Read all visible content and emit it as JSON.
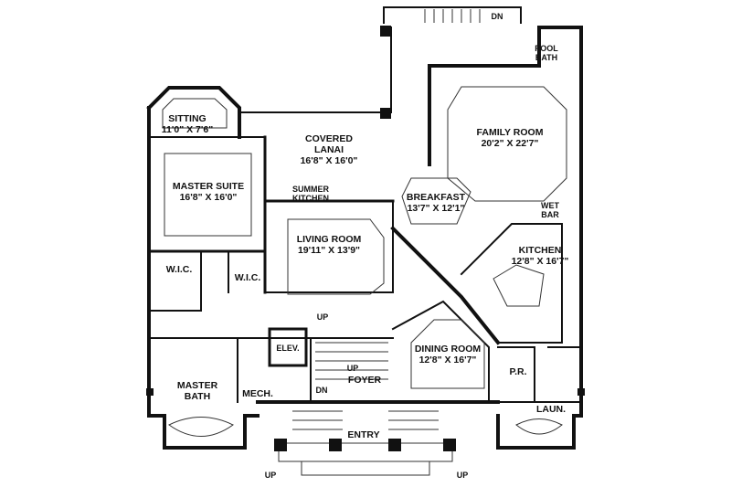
{
  "rooms": [
    {
      "key": "sitting",
      "name": "SITTING",
      "dims": "11'0\" X 7'6\""
    },
    {
      "key": "covered_lanai",
      "name": "COVERED LANAI",
      "dims": "16'8\" X 16'0\""
    },
    {
      "key": "family_room",
      "name": "FAMILY ROOM",
      "dims": "20'2\" X 22'7\""
    },
    {
      "key": "pool_bath",
      "name": "POOL BATH",
      "dims": ""
    },
    {
      "key": "master_suite",
      "name": "MASTER SUITE",
      "dims": "16'8\" X 16'0\""
    },
    {
      "key": "summer_kitchen",
      "name": "SUMMER KITCHEN",
      "dims": ""
    },
    {
      "key": "breakfast",
      "name": "BREAKFAST",
      "dims": "13'7\" X 12'1\""
    },
    {
      "key": "wet_bar",
      "name": "WET BAR",
      "dims": ""
    },
    {
      "key": "living_room",
      "name": "LIVING ROOM",
      "dims": "19'11\" X 13'9\""
    },
    {
      "key": "kitchen",
      "name": "KITCHEN",
      "dims": "12'8\" X 16'7\""
    },
    {
      "key": "wic_1",
      "name": "W.I.C.",
      "dims": ""
    },
    {
      "key": "wic_2",
      "name": "W.I.C.",
      "dims": ""
    },
    {
      "key": "elev",
      "name": "ELEV.",
      "dims": ""
    },
    {
      "key": "dining_room",
      "name": "DINING ROOM",
      "dims": "12'8\" X 16'7\""
    },
    {
      "key": "master_bath",
      "name": "MASTER BATH",
      "dims": ""
    },
    {
      "key": "mech",
      "name": "MECH.",
      "dims": ""
    },
    {
      "key": "foyer",
      "name": "FOYER",
      "dims": ""
    },
    {
      "key": "pr",
      "name": "P.R.",
      "dims": ""
    },
    {
      "key": "laun",
      "name": "LAUN.",
      "dims": ""
    },
    {
      "key": "entry",
      "name": "ENTRY",
      "dims": ""
    }
  ],
  "stair_labels": {
    "dn_top": "DN",
    "up_hall": "UP",
    "up_foyer": "UP",
    "dn_foyer": "DN",
    "up_left": "UP",
    "up_right": "UP"
  },
  "colors": {
    "wall": "#111111",
    "line": "#333333",
    "background": "#ffffff"
  }
}
